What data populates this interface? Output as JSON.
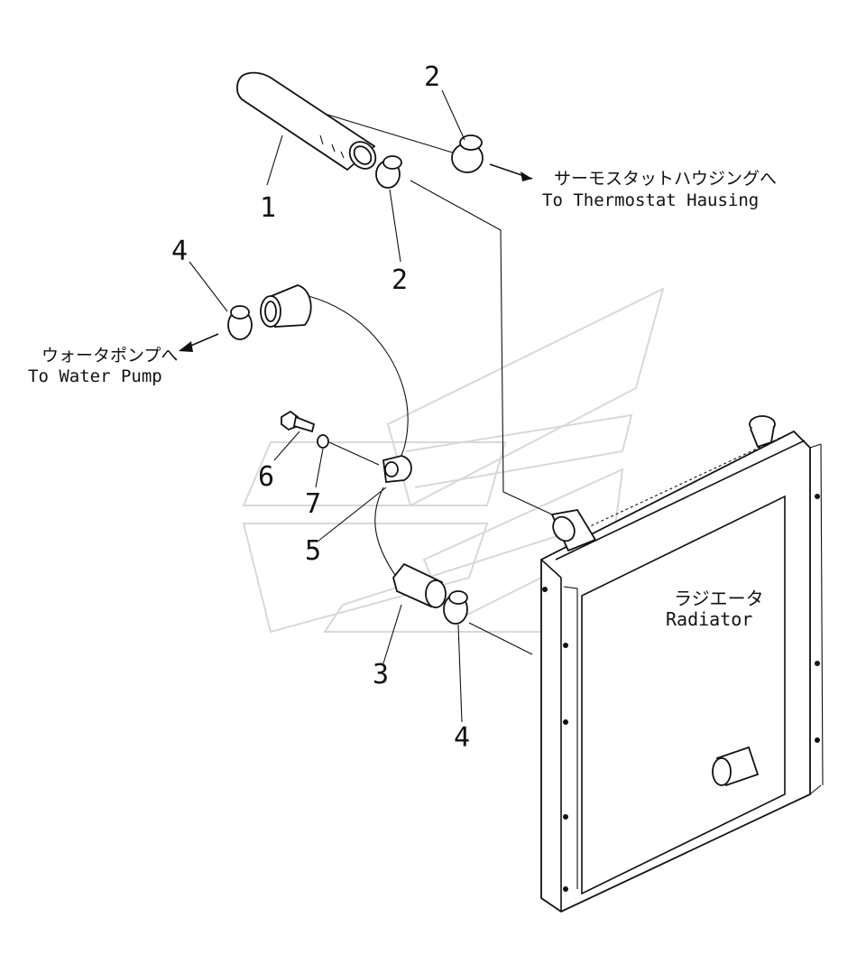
{
  "callouts": {
    "hose_upper": "1",
    "clamp_top": "2",
    "clamp_mid": "2",
    "clamp_left": "4",
    "bolt": "6",
    "washer": "7",
    "clip": "5",
    "hose_lower": "3",
    "clamp_lower": "4"
  },
  "notes": {
    "thermostat_jp": "サーモスタットハウジングへ",
    "thermostat_en": "To Thermostat Hausing",
    "pump_jp": "ウォータポンプへ",
    "pump_en": "To Water Pump",
    "radiator_jp": "ラジエータ",
    "radiator_en": "Radiator"
  }
}
